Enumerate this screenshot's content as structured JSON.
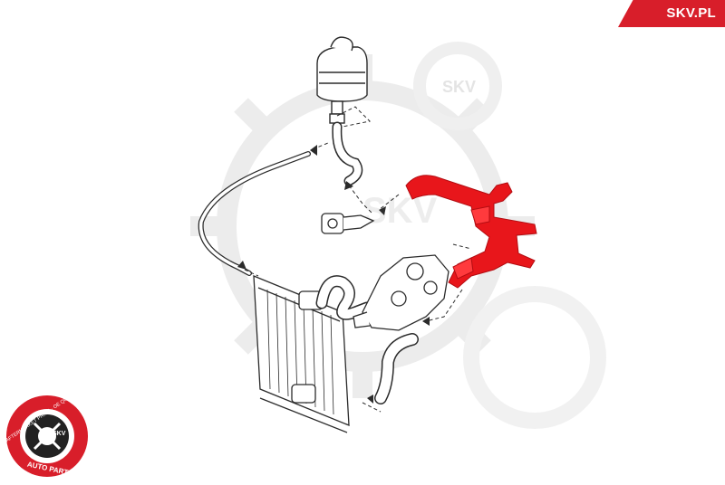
{
  "brand": {
    "site_label": "SKV.PL",
    "logo_ring_text": "AFTERMARKET PRICE · OE QUALITY",
    "logo_bottom_text": "AUTO PARTS",
    "logo_center_text": "SKV"
  },
  "watermark": {
    "text": "SKV"
  },
  "colors": {
    "accent_red": "#d81e2a",
    "highlight_part": "#e8161b",
    "line_art": "#2b2b2b",
    "watermark": "#e8e8e8"
  },
  "icons": [
    "gear-watermark-icon",
    "skv-logo-icon"
  ]
}
